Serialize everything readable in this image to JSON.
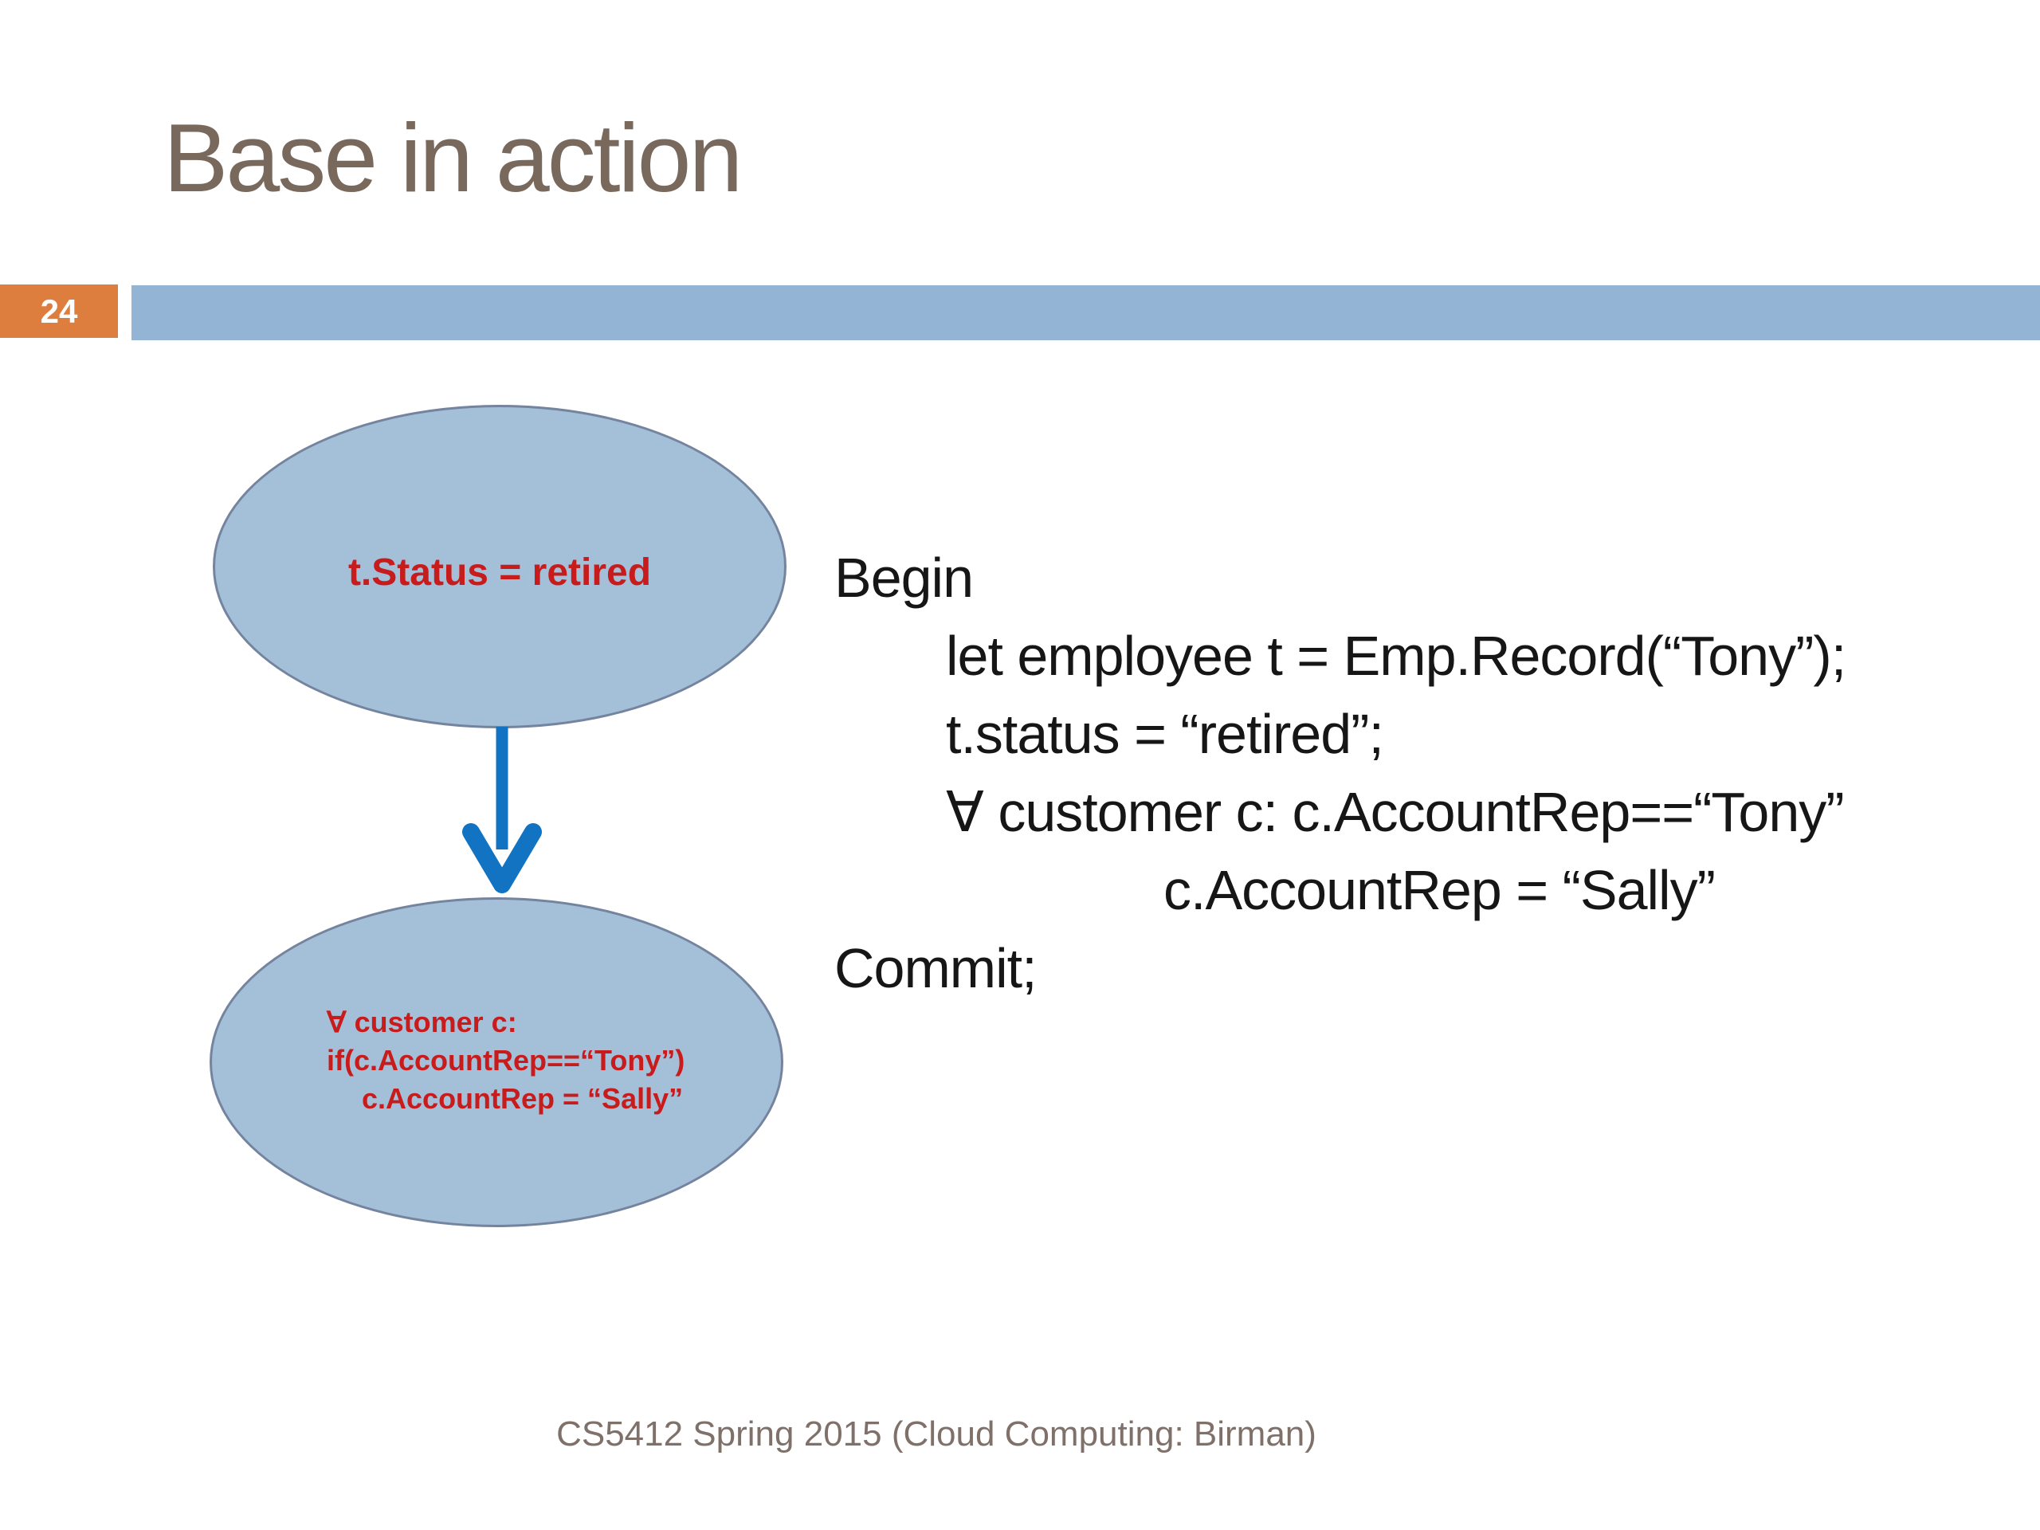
{
  "slide": {
    "title": "Base in action",
    "page_number": "24",
    "footer": "CS5412 Spring 2015 (Cloud Computing: Birman)"
  },
  "diagram": {
    "top_ellipse_label": "t.Status = retired",
    "bottom_ellipse_lines": [
      "∀ customer c:",
      "if(c.AccountRep==“Tony”)",
      "c.AccountRep = “Sally”"
    ],
    "arrow": "down-arrow"
  },
  "code_lines": [
    "Begin",
    "let employee t = Emp.Record(“Tony”);",
    "t.status = “retired”;",
    "∀ customer c: c.AccountRep==“Tony”",
    "c.AccountRep = “Sally”",
    "Commit;"
  ],
  "colors": {
    "accent_orange": "#dd7e3e",
    "band_blue": "#93b4d4",
    "ellipse_fill": "#a4bfd8",
    "ellipse_border": "#75849e",
    "arrow_blue": "#1173c2",
    "highlight_red": "#c81b1b",
    "title_brown": "#79695c"
  }
}
